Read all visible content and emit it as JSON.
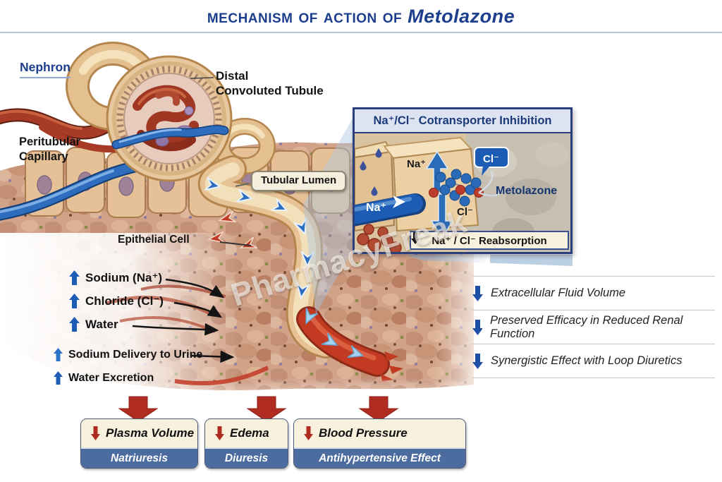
{
  "title": {
    "prefix": "Mechanism of Action of",
    "drug": "Metolazone"
  },
  "anatomy": {
    "nephron_label": "Nephron",
    "distal_tubule_line1": "Distal",
    "distal_tubule_line2": "Convoluted Tubule",
    "peritubular_line1": "Peritubular",
    "peritubular_line2": "Capillary",
    "tubular_lumen_label": "Tubular Lumen",
    "epithelial_cell_label": "Epithelial Cell"
  },
  "tubular_effects": {
    "items": [
      {
        "icon": "up-arrow",
        "label": "Sodium (Na⁺)"
      },
      {
        "icon": "up-arrow",
        "label": "Chloride (Cl⁻)"
      },
      {
        "icon": "up-arrow",
        "label": "Water"
      }
    ]
  },
  "urine_effects": {
    "items": [
      {
        "icon": "up-arrow",
        "label": "Sodium Delivery to Urine"
      },
      {
        "icon": "up-arrow",
        "label": "Water Excretion"
      }
    ]
  },
  "inset": {
    "header": "Na⁺/Cl⁻ Cotransporter Inhibition",
    "tube_ion_label": "Na⁺",
    "cell_ion_top_label": "Na⁺",
    "cell_ion_bottom_label": "Cl⁻",
    "badge_ion_label": "Cl⁻",
    "drug_label": "Metolazone",
    "footer_label": "Na⁺ / Cl⁻ Reabsorption"
  },
  "systemic_effects": {
    "items": [
      {
        "icon": "down-arrow",
        "label": "Extracellular Fluid Volume"
      },
      {
        "icon": "down-arrow",
        "label": "Preserved Efficacy in Reduced Renal Function"
      },
      {
        "icon": "down-arrow",
        "label": "Synergistic Effect with Loop Diuretics"
      }
    ]
  },
  "outcome_boxes": [
    {
      "icon": "down-arrow",
      "effect": "Plasma Volume",
      "result": "Natriuresis"
    },
    {
      "icon": "down-arrow",
      "effect": "Edema",
      "result": "Diuresis"
    },
    {
      "icon": "down-arrow",
      "effect": "Blood Pressure",
      "result": "Antihypertensive Effect"
    }
  ],
  "watermark": "PharmacyFreak",
  "colors": {
    "title_navy": "#1c3e8c",
    "arrow_blue": "#1d5cb5",
    "arrow_red": "#b02c20",
    "result_bar_blue": "#4c6b9e",
    "cream": "#f7f1de",
    "inset_header_bg": "#dee3f1",
    "inset_border": "#2c3f7d"
  }
}
